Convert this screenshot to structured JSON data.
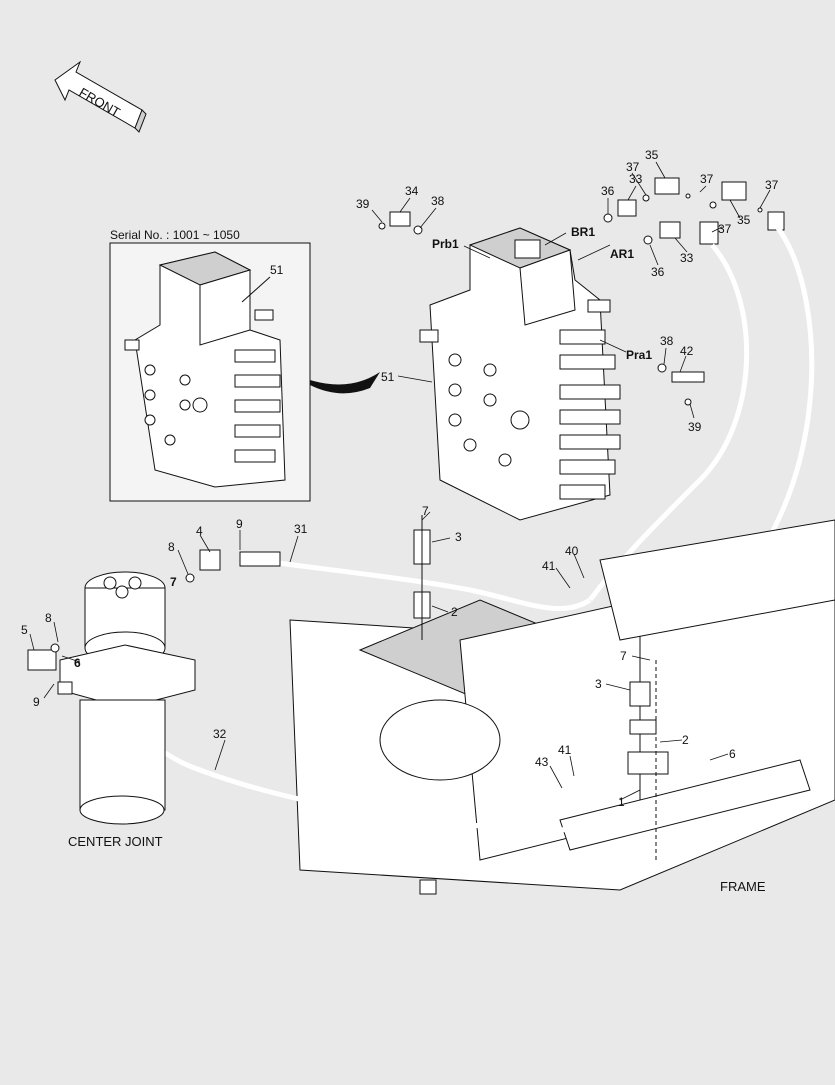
{
  "front_arrow": {
    "label": "FRONT"
  },
  "inset": {
    "serial_label": "Serial No. : 1001 ~ 1050",
    "part_no": "51"
  },
  "labels": {
    "center_joint": "CENTER JOINT",
    "frame": "FRAME"
  },
  "port_labels": {
    "prb1": "Prb1",
    "br1": "BR1",
    "ar1": "AR1",
    "pra1": "Pra1"
  },
  "callouts": [
    {
      "id": "c34",
      "text": "34"
    },
    {
      "id": "c38a",
      "text": "38"
    },
    {
      "id": "c39a",
      "text": "39"
    },
    {
      "id": "c36a",
      "text": "36"
    },
    {
      "id": "c33a",
      "text": "33"
    },
    {
      "id": "c37a",
      "text": "37"
    },
    {
      "id": "c35a",
      "text": "35"
    },
    {
      "id": "c37b",
      "text": "37"
    },
    {
      "id": "c37c",
      "text": "37"
    },
    {
      "id": "c35b",
      "text": "35"
    },
    {
      "id": "c37d",
      "text": "37"
    },
    {
      "id": "c36b",
      "text": "36"
    },
    {
      "id": "c33b",
      "text": "33"
    },
    {
      "id": "c38b",
      "text": "38"
    },
    {
      "id": "c42",
      "text": "42"
    },
    {
      "id": "c39b",
      "text": "39"
    },
    {
      "id": "c51",
      "text": "51"
    },
    {
      "id": "c4",
      "text": "4"
    },
    {
      "id": "c9a",
      "text": "9"
    },
    {
      "id": "c31",
      "text": "31"
    },
    {
      "id": "c8a",
      "text": "8"
    },
    {
      "id": "c7a",
      "text": "7"
    },
    {
      "id": "c7b",
      "text": "7"
    },
    {
      "id": "c3a",
      "text": "3"
    },
    {
      "id": "c2a",
      "text": "2"
    },
    {
      "id": "c40",
      "text": "40"
    },
    {
      "id": "c41a",
      "text": "41"
    },
    {
      "id": "c8b",
      "text": "8"
    },
    {
      "id": "c5",
      "text": "5"
    },
    {
      "id": "c6a",
      "text": "6"
    },
    {
      "id": "c9b",
      "text": "9"
    },
    {
      "id": "c32",
      "text": "32"
    },
    {
      "id": "c7c",
      "text": "7"
    },
    {
      "id": "c3b",
      "text": "3"
    },
    {
      "id": "c2b",
      "text": "2"
    },
    {
      "id": "c6b",
      "text": "6"
    },
    {
      "id": "c41b",
      "text": "41"
    },
    {
      "id": "c43",
      "text": "43"
    },
    {
      "id": "c1",
      "text": "1"
    }
  ]
}
